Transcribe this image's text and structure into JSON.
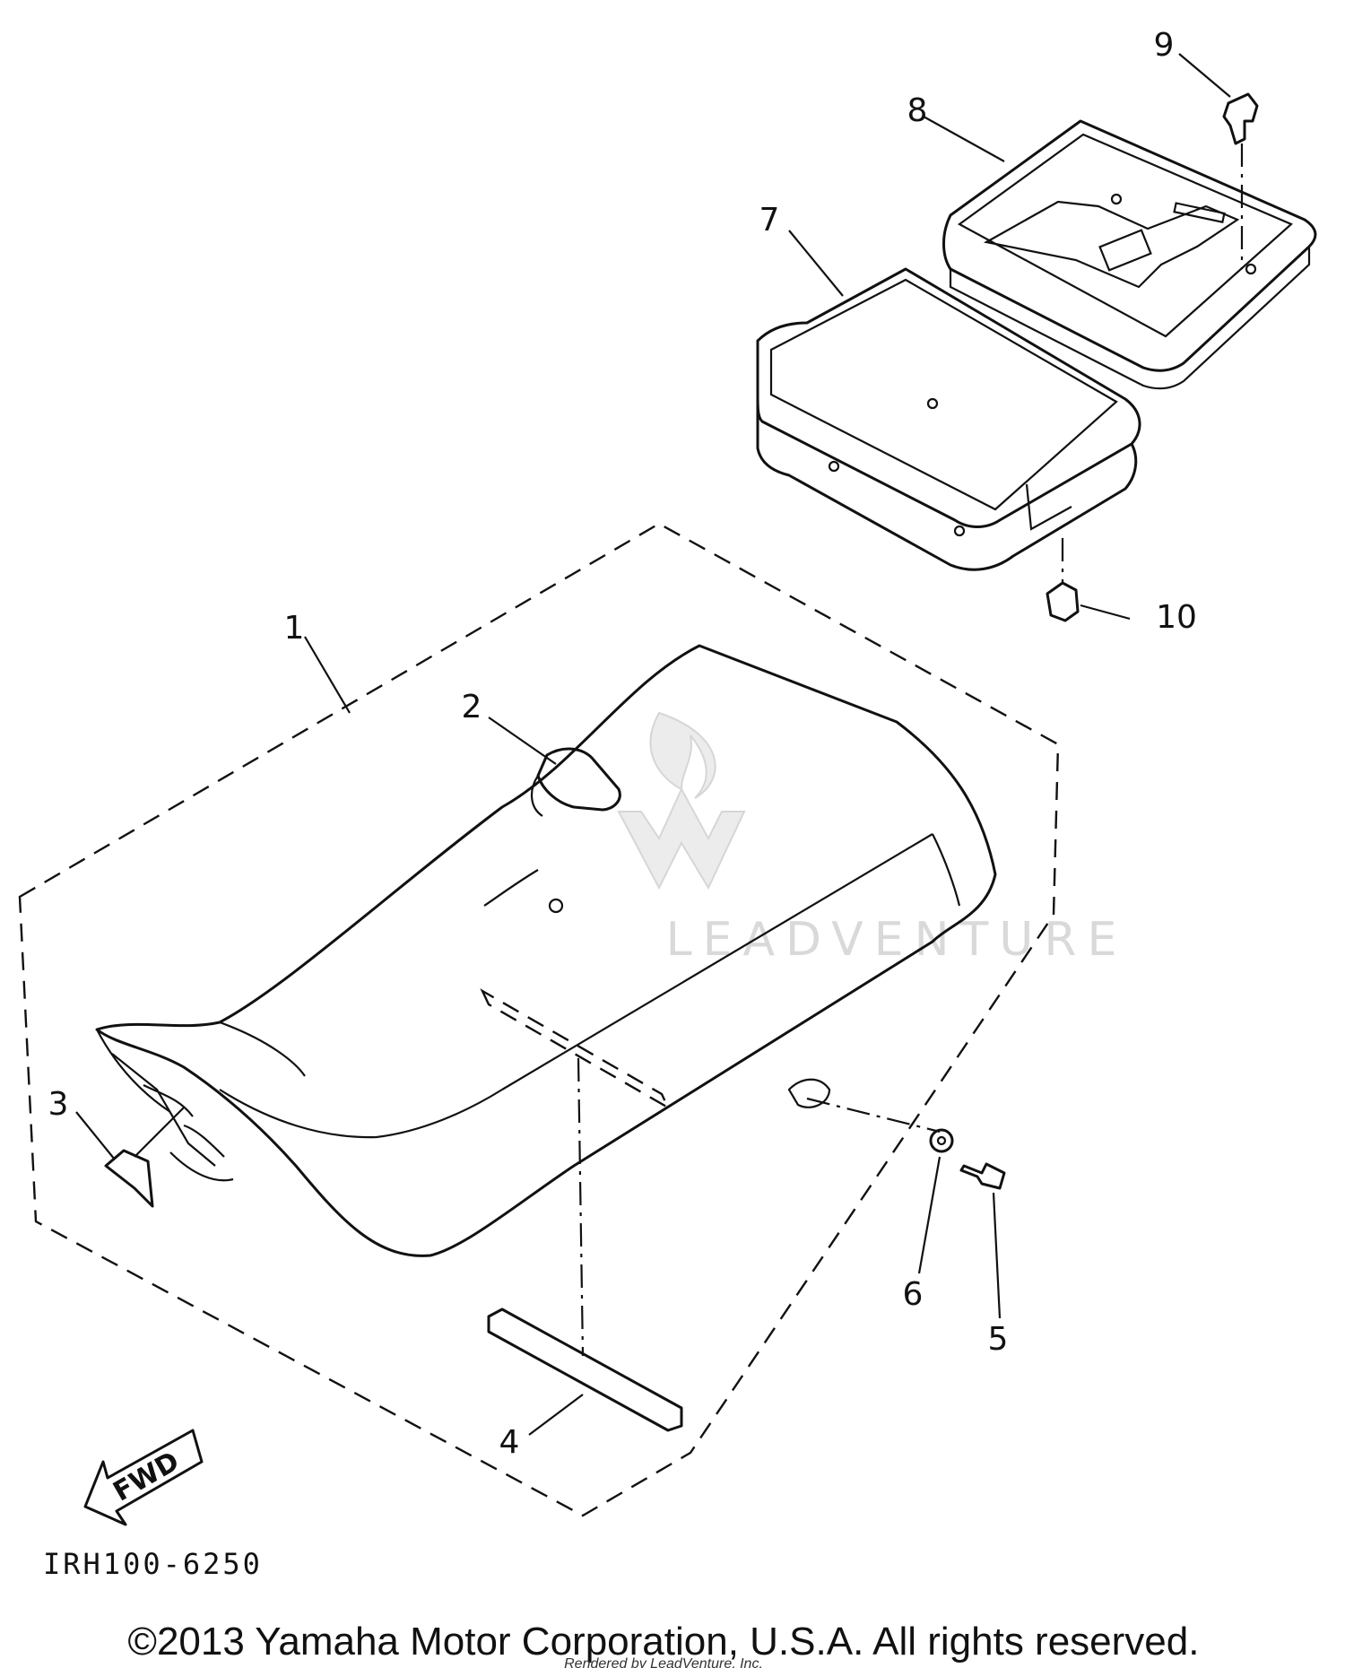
{
  "callouts": [
    "1",
    "2",
    "3",
    "4",
    "5",
    "6",
    "7",
    "8",
    "9",
    "10"
  ],
  "diagram_code": "IRH100-6250",
  "fwd_label": "FWD",
  "copyright": "©2013 Yamaha Motor Corporation, U.S.A. All rights reserved.",
  "rendered_by": "Rendered by LeadVenture, Inc.",
  "watermark": "LEADVENTURE"
}
